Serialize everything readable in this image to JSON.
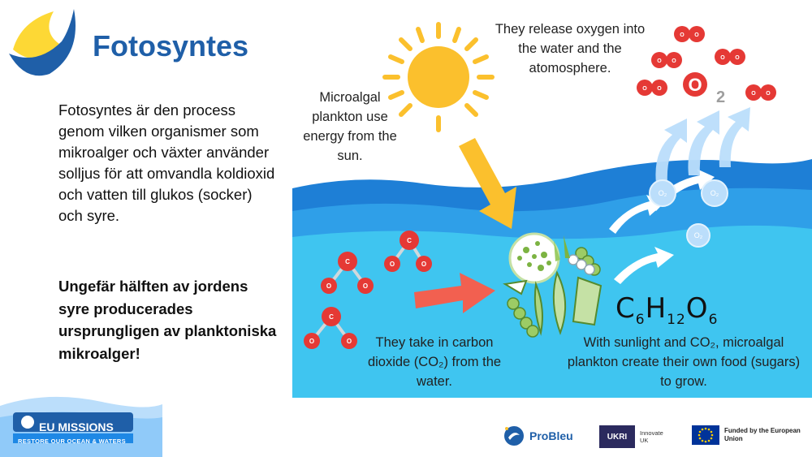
{
  "title": "Fotosyntes",
  "body": {
    "paragraph": "Fotosyntes är den process genom vilken organismer som mikroalger och växter använder solljus för att omvandla koldioxid och vatten till glukos (socker) och syre.",
    "highlight": "Ungefär hälften av jordens syre producerades ursprungligen av planktoniska mikroalger!"
  },
  "illustration": {
    "sun_caption": "Microalgal plankton use energy from the sun.",
    "oxygen_caption": "They release oxygen into the water and the atomosphere.",
    "carbon_caption": "They take in carbon dioxide (CO₂) from the water.",
    "sugar_caption": "With sunlight and CO₂, microalgal plankton create their own food (sugars) to grow.",
    "formula": {
      "c": "C",
      "c_sub": "6",
      "h": "H",
      "h_sub": "12",
      "o": "O",
      "o_sub": "6"
    },
    "o2_big_label": "O",
    "o2_big_sub": "2",
    "bubble_label": "O₂",
    "co2_atom_c": "C",
    "co2_atom_o": "O",
    "o2_atom": "O"
  },
  "footer": {
    "eu_missions_title": "EU MISSIONS",
    "eu_missions_sub": "RESTORE OUR OCEAN & WATERS",
    "probleu": "ProBleu",
    "ukri_box": "UKRI",
    "ukri_text": "Innovate UK",
    "eu_funded": "Funded by the European Union"
  },
  "colors": {
    "title": "#1f5fa8",
    "water_light": "#3fc5f0",
    "water_dark": "#1e7fd6",
    "sun": "#fbc02d",
    "arrow_red": "#f26050",
    "molecule_red": "#e53935"
  }
}
